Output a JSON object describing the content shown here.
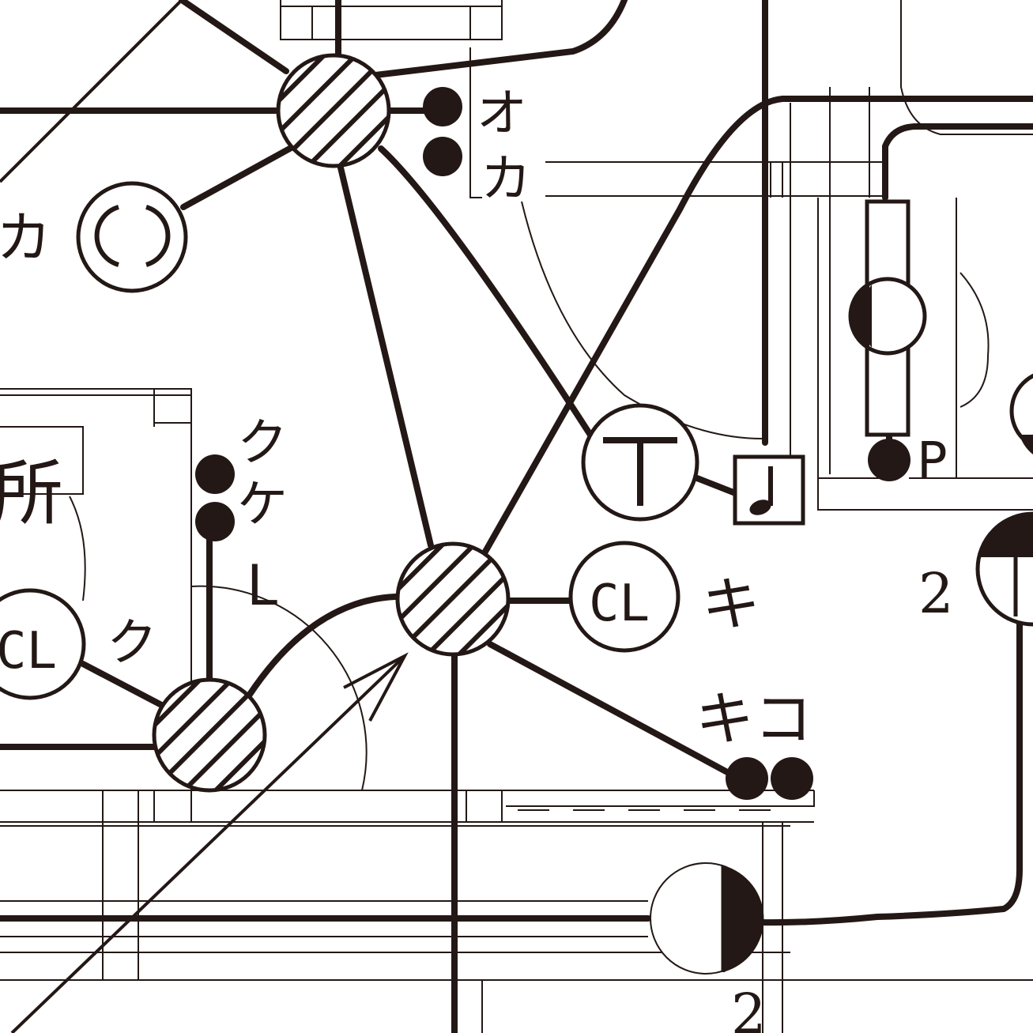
{
  "labels": {
    "ka_top": "カ",
    "o": "オ",
    "ka_left": "カ",
    "ku_top": "ク",
    "ke": "ケ",
    "L": "L",
    "ku_left": "ク",
    "P": "P",
    "ki": "キ",
    "kiko": "キコ",
    "sho": "所",
    "num_right": "2",
    "num_bottom": "2",
    "cl_center": "CL",
    "cl_left": "CL",
    "T": "T"
  },
  "colors": {
    "ink": "#231815",
    "paper": "#ffffff"
  }
}
